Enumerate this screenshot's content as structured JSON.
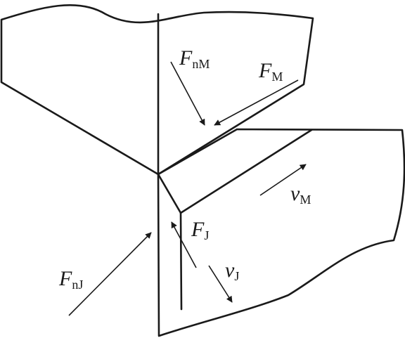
{
  "labels": {
    "F_nM": {
      "main": "F",
      "sub": "nM"
    },
    "F_M": {
      "main": "F",
      "sub": "M"
    },
    "v_M": {
      "main": "v",
      "sub": "M"
    },
    "F_J": {
      "main": "F",
      "sub": "J"
    },
    "v_J": {
      "main": "v",
      "sub": "J"
    },
    "F_nJ": {
      "main": "F",
      "sub": "nJ"
    }
  },
  "colors": {
    "ink": "#1a1a1a",
    "background": "#ffffff"
  }
}
